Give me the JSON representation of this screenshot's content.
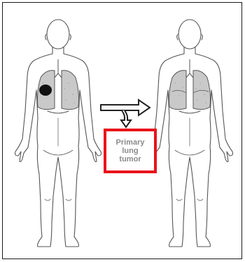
{
  "label": {
    "text": "Primary\nlung\ntumor",
    "border_color": "#e8141c",
    "text_color": "#8a8a8a"
  },
  "figures": [
    {
      "name": "left-figure",
      "has_tumor": true
    },
    {
      "name": "right-figure",
      "has_tumor": false
    }
  ],
  "colors": {
    "outline": "#555555",
    "lung_fill": "#c9c9c9",
    "tumor": "#111111"
  },
  "arrow": {
    "direction": "right",
    "branch": "down"
  }
}
